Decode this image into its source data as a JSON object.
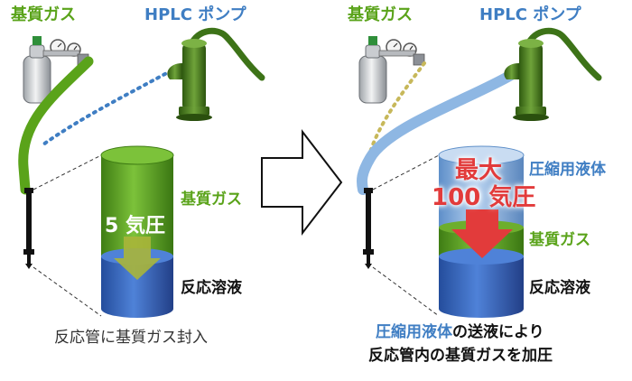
{
  "left": {
    "gas_label": "基質ガス",
    "pump_label": "HPLC ポンプ",
    "cylinder_gas_label": "基質ガス",
    "pressure_label": "5 気圧",
    "solution_label": "反応溶液",
    "caption": "反応管に基質ガス封入"
  },
  "right": {
    "gas_label": "基質ガス",
    "pump_label": "HPLC ポンプ",
    "max_label": "最大",
    "pressure_label": "100 気圧",
    "compressed_label": "圧縮用液体",
    "cylinder_gas_label": "基質ガス",
    "solution_label": "反応溶液",
    "caption_part1": "圧縮用液体",
    "caption_part2": "の送液により",
    "caption_line2": "反応管内の基質ガスを加圧"
  },
  "colors": {
    "gas_green": "#5aa31a",
    "liquid_blue": "#3f7ec3",
    "solution_blue": "#2f5fbd",
    "pressure_red": "#e23b3b",
    "arrow_olive": "#a8b53a",
    "pump_green": "#4e8a1e"
  },
  "icons": [
    "gas-cylinder-icon",
    "hand-pump-icon",
    "reaction-tube-icon",
    "transition-arrow-icon"
  ]
}
